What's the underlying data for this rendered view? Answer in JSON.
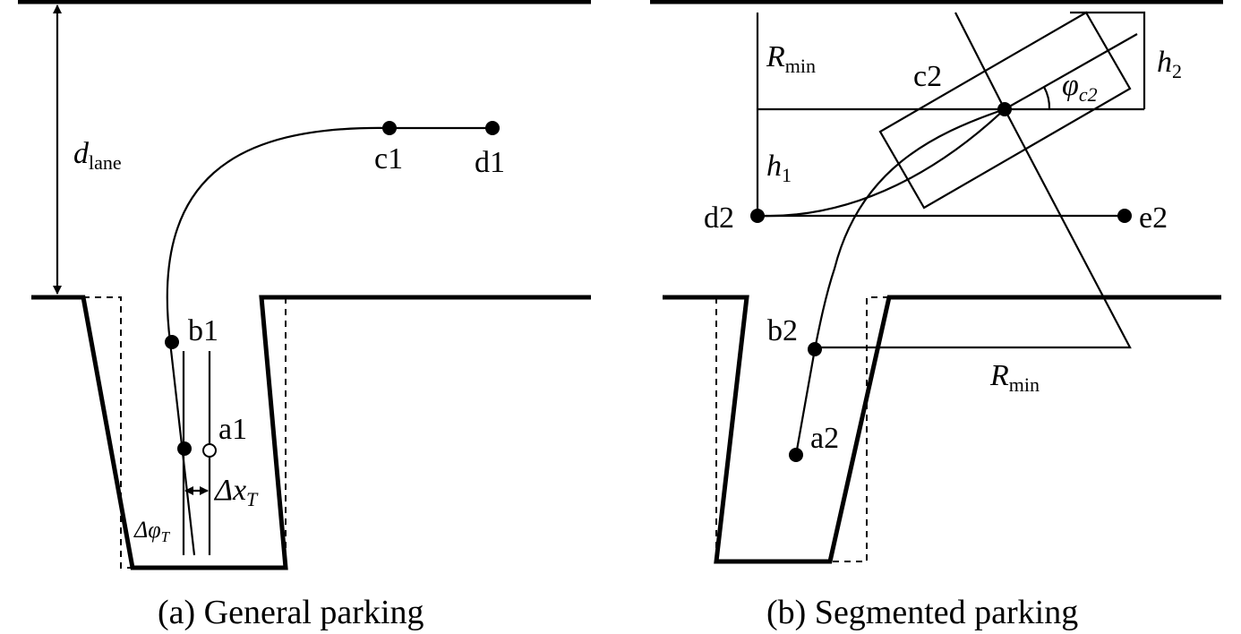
{
  "panel_a": {
    "caption": "(a) General parking",
    "points": {
      "a1": "a1",
      "b1": "b1",
      "c1": "c1",
      "d1": "d1"
    },
    "d_lane": {
      "sym": "d",
      "sub": "lane"
    },
    "delta_x_T": {
      "sym": "Δx",
      "sub": "T"
    },
    "delta_phi_T": {
      "sym": "Δφ",
      "sub": "T"
    }
  },
  "panel_b": {
    "caption": "(b) Segmented parking",
    "points": {
      "a2": "a2",
      "b2": "b2",
      "c2": "c2",
      "d2": "d2",
      "e2": "e2"
    },
    "r_min": {
      "sym": "R",
      "sub": "min"
    },
    "h1": {
      "sym": "h",
      "sub": "1"
    },
    "h2": {
      "sym": "h",
      "sub": "2"
    },
    "phi_c2": {
      "sym": "φ",
      "sub": "c2"
    }
  }
}
